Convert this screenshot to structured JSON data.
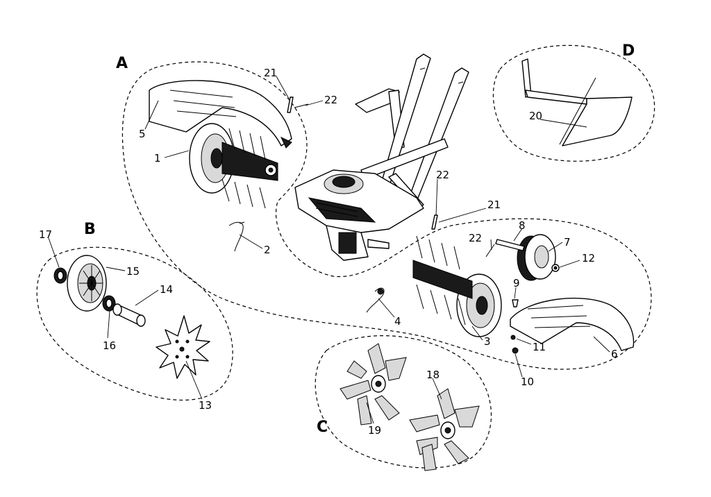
{
  "diagram": {
    "groups": [
      {
        "id": "A",
        "label": "A"
      },
      {
        "id": "B",
        "label": "B"
      },
      {
        "id": "C",
        "label": "C"
      },
      {
        "id": "D",
        "label": "D"
      }
    ],
    "parts": [
      {
        "id": "p1",
        "number": "1"
      },
      {
        "id": "p2",
        "number": "2"
      },
      {
        "id": "p3",
        "number": "3"
      },
      {
        "id": "p4",
        "number": "4"
      },
      {
        "id": "p5",
        "number": "5"
      },
      {
        "id": "p6",
        "number": "6"
      },
      {
        "id": "p7",
        "number": "7"
      },
      {
        "id": "p8",
        "number": "8"
      },
      {
        "id": "p9",
        "number": "9"
      },
      {
        "id": "p10",
        "number": "10"
      },
      {
        "id": "p11",
        "number": "11"
      },
      {
        "id": "p12",
        "number": "12"
      },
      {
        "id": "p13",
        "number": "13"
      },
      {
        "id": "p14",
        "number": "14"
      },
      {
        "id": "p15",
        "number": "15"
      },
      {
        "id": "p16",
        "number": "16"
      },
      {
        "id": "p17",
        "number": "17"
      },
      {
        "id": "p18",
        "number": "18"
      },
      {
        "id": "p19",
        "number": "19"
      },
      {
        "id": "p20",
        "number": "20"
      },
      {
        "id": "p21a",
        "number": "21"
      },
      {
        "id": "p21b",
        "number": "21"
      },
      {
        "id": "p22a",
        "number": "22"
      },
      {
        "id": "p22b",
        "number": "22"
      },
      {
        "id": "p22c",
        "number": "22"
      }
    ]
  }
}
